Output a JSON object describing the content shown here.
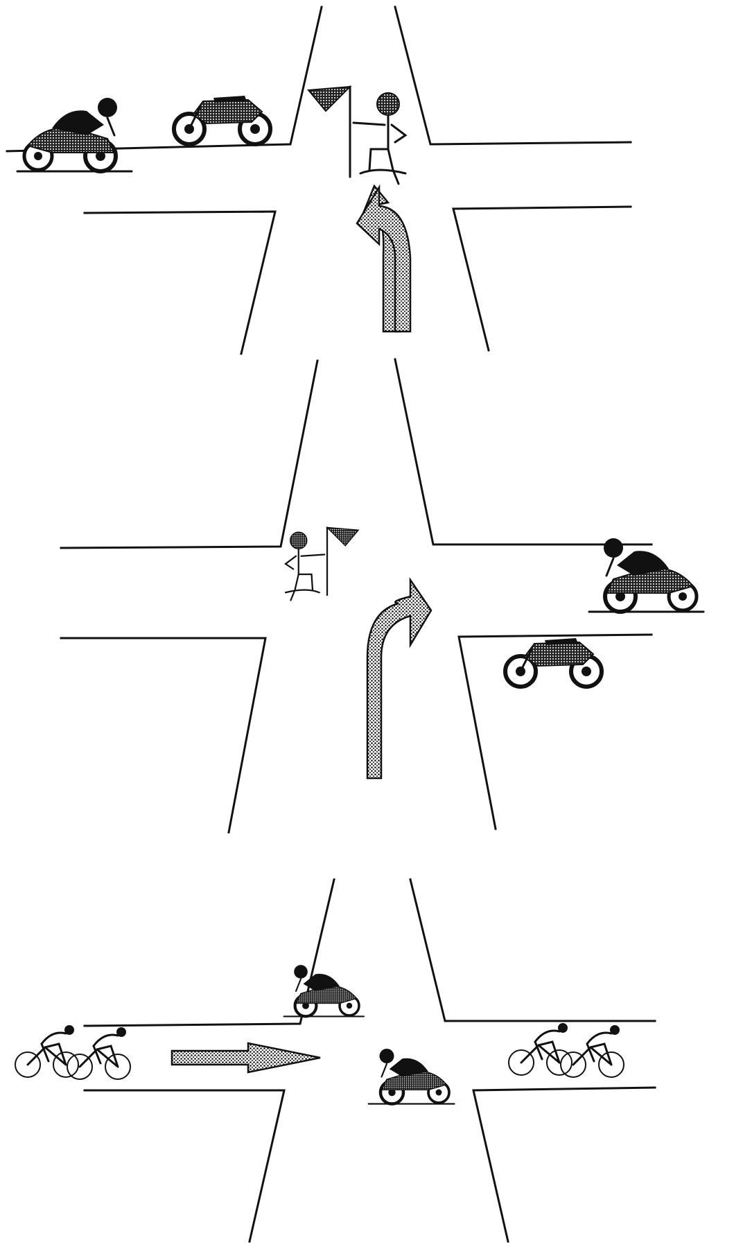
{
  "diagram": {
    "scenes": [
      {
        "id": "scene-1",
        "arrow_direction": "left-turn",
        "marshal_flag": "raised",
        "vehicles": [
          "motorcycle-rider",
          "motorcycle-parked"
        ]
      },
      {
        "id": "scene-2",
        "arrow_direction": "right-turn",
        "marshal_flag": "raised",
        "vehicles": [
          "motorcycle-rider",
          "motorcycle-parked"
        ]
      },
      {
        "id": "scene-3",
        "arrow_direction": "straight-right",
        "marshal_flag": "none",
        "vehicles": [
          "cyclist-pair",
          "cyclist-pair",
          "motorcycle-rider",
          "motorcycle-rider"
        ]
      }
    ],
    "colors": {
      "ink": "#111111",
      "background": "#ffffff",
      "arrow_fill": "dotted-gray"
    },
    "icons": [
      "flag-marshal-icon",
      "motorcycle-icon",
      "bicycle-icon",
      "arrow-icon"
    ]
  }
}
